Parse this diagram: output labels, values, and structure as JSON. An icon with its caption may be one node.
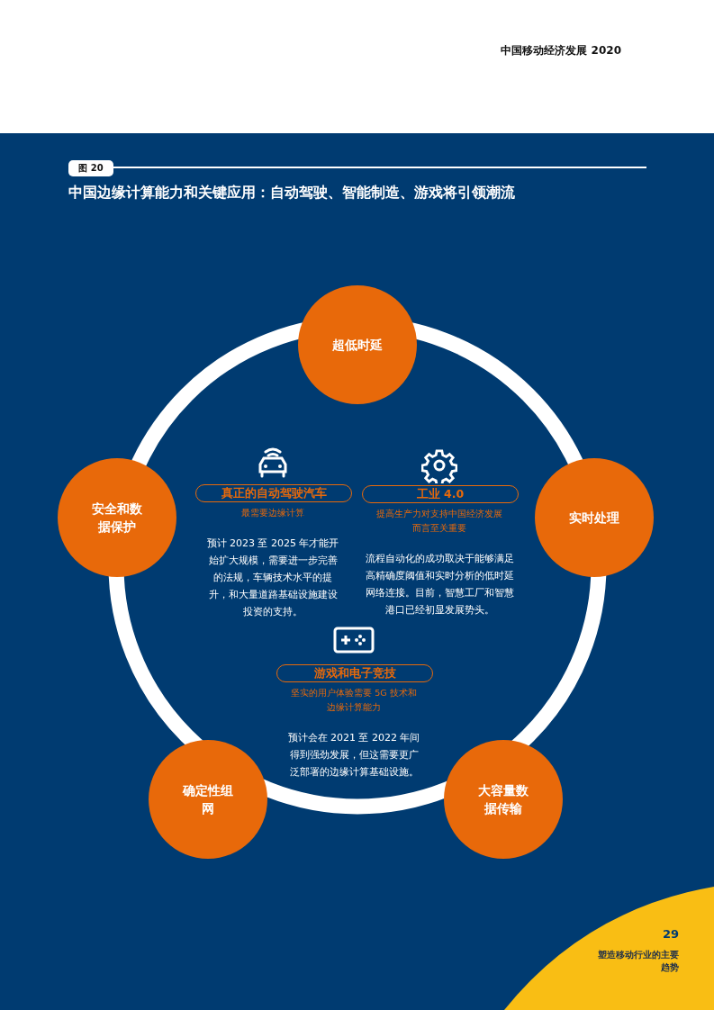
{
  "diagram": {
    "title": "中国边缘计算能力和关键应用：自动驾驶、智能制造、游戏将引领潮流",
    "nodes": [
      {
        "text": [
          "图 20"
        ]
      },
      {
        "text": [
          "超低时延"
        ]
      },
      {
        "text": [
          "安全和数据保护"
        ]
      },
      {
        "text": [
          "实时处理"
        ]
      },
      {
        "text": [
          "真正的自动驾驶汽车"
        ],
        "beside": [
          "最需要边缘计算",
          "预计 2023 至 2025 年才能开始扩大规模，需要进一步完善的法规，车辆技术水平的提升，和大量道路基础设施建设投资的支持。"
        ]
      },
      {
        "text": [
          "工业 4.0"
        ],
        "beside": [
          "提高生产力对支持中国经济发展而言至关重要",
          "流程自动化的成功取决于能够满足高精确度阈值和实时分析的低时延网络连接。目前，智慧工厂和智慧港口已经初显发展势头。"
        ]
      },
      {
        "text": [
          "游戏和电子竞技"
        ],
        "beside": [
          "坚实的用户体验需要 5G 技术和边缘计算能力",
          "预计会在 2021 至 2022 年间得到强劲发展，但这需要更广泛部署的边缘计算基础设施。"
        ]
      },
      {
        "text": [
          "确定性组网"
        ]
      },
      {
        "text": [
          "大容量数据传输"
        ]
      }
    ],
    "labels": [
      "中国移动经济发展 2020",
      "29",
      "塑造移动行业的主要趋势"
    ]
  }
}
